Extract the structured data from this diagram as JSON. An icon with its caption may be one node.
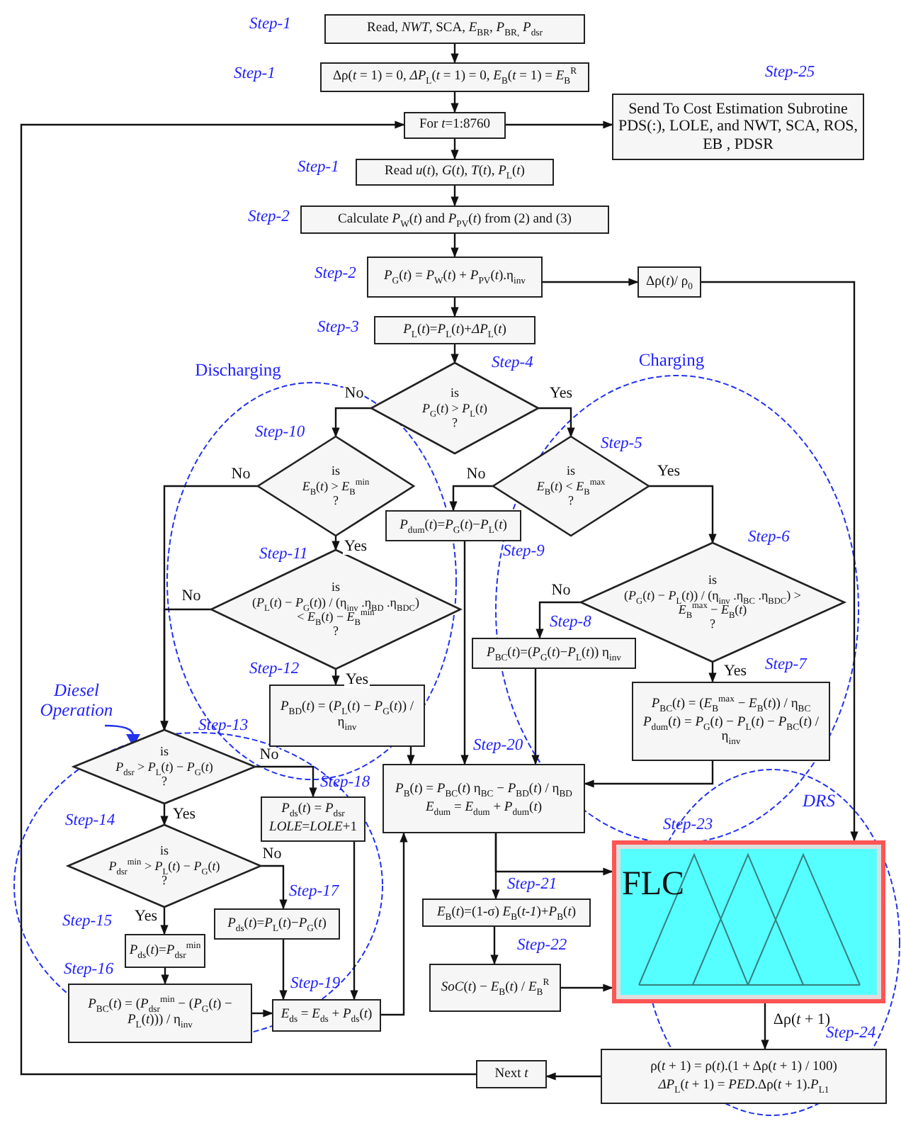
{
  "diagram": {
    "nodes": [
      {
        "text": [
          "Read, *NWT*, SCA, *E*$_{BR}$, *P*$_{BR,}$ *P*$_{dsr}$"
        ],
        "beside": [
          "Step-1"
        ]
      },
      {
        "text": [
          "Δρ(*t* = 1) = 0, *ΔP*$_{L}$(*t* = 1) = 0, *E*$_{B}$(*t* = 1) = *E*$_{B}$$^{R}$"
        ],
        "beside": [
          "Step-1"
        ]
      },
      {
        "text": [
          "For *t*=1:8760"
        ]
      },
      {
        "text": [
          "Send To Cost Estimation Subrotine PDS(:), LOLE, and NWT, SCA, ROS, EB , PDSR"
        ],
        "beside": [
          "Step-25"
        ]
      },
      {
        "text": [
          "Read *u*(*t*), *G*(*t*), *T*(*t*), *P*$_{L}$(*t*)"
        ],
        "beside": [
          "Step-1"
        ]
      },
      {
        "text": [
          "Calculate *P*$_{W}$(*t*) and *P*$_{PV}$(*t*) from (2) and (3)"
        ],
        "beside": [
          "Step-2"
        ]
      },
      {
        "text": [
          "*P*$_{G}$(*t*) = *P*$_{W}$(*t*) + *P*$_{PV}$(*t*).η$_{inv}$"
        ],
        "beside": [
          "Step-2"
        ]
      },
      {
        "text": [
          "Δρ(*t*)/ ρ$_{0}$"
        ]
      },
      {
        "text": [
          "*P*$_{L}$(*t*)=*P*$_{L}$(*t*)+*ΔP*$_{L}$(*t*)"
        ],
        "beside": [
          "Step-3"
        ]
      },
      {
        "text": [
          "is",
          "*P*$_{G}$(*t*) > *P*$_{L}$(*t*)",
          "?"
        ],
        "beside": [
          "Step-4"
        ]
      },
      {
        "text": [
          "is",
          "*E*$_{B}$(*t*) > *E*$_{B}$$^{min}$",
          "?"
        ],
        "beside": [
          "Step-10"
        ]
      },
      {
        "text": [
          "is",
          "*E*$_{B}$(*t*) < *E*$_{B}$$^{max}$",
          "?"
        ],
        "beside": [
          "Step-5"
        ]
      },
      {
        "text": [
          "*P*$_{dum}$(*t*)=*P*$_{G}$(*t*)−*P*$_{L}$(*t*)"
        ],
        "beside": [
          "Step-9"
        ]
      },
      {
        "text": [
          "is",
          "(*P*$_{L}$(*t*) − *P*$_{G}$(*t*)) / (η$_{inv}$ .η$_{BD}$ .η$_{BDC}$) < *E*$_{B}$(*t*) − *E*$_{B}$$^{min}$",
          "?"
        ],
        "beside": [
          "Step-11"
        ]
      },
      {
        "text": [
          "is",
          "(*P*$_{G}$(*t*) − *P*$_{L}$(*t*)) / (η$_{inv}$ .η$_{BC}$ .η$_{BDC}$) > *E*$_{B}$$^{max}$ − *E*$_{B}$(*t*)",
          "?"
        ],
        "beside": [
          "Step-6"
        ]
      },
      {
        "text": [
          "*P*$_{BC}$(*t*)=(*P*$_{G}$(*t*)−*P*$_{L}$(*t*)) η$_{inv}$"
        ],
        "beside": [
          "Step-8"
        ]
      },
      {
        "text": [
          "*P*$_{BD}$(*t*) = (*P*$_{L}$(*t*) − *P*$_{G}$(*t*)) / η$_{inv}$"
        ],
        "beside": [
          "Step-12"
        ]
      },
      {
        "text": [
          "*P*$_{BC}$(*t*) = (*E*$_{B}$$^{max}$ − *E*$_{B}$(*t*)) / η$_{BC}$",
          "*P*$_{dum}$(*t*) = *P*$_{G}$(*t*) − *P*$_{L}$(*t*) − *P*$_{BC}$(*t*) / η$_{inv}$"
        ]
      },
      {
        "text": [
          "is",
          "*P*$_{dsr}$ > *P*$_{L}$(*t*) − *P*$_{G}$(*t*)",
          "?"
        ],
        "beside": [
          "Step-13"
        ]
      },
      {
        "text": [
          "*P*$_{B}$(*t*) = *P*$_{BC}$(*t*) η$_{BC}$ − *P*$_{BD}$(*t*) / η$_{BD}$",
          "*E*$_{dum}$ = *E*$_{dum}$ + *P*$_{dum}$(*t*)"
        ],
        "beside": [
          "Step-20"
        ]
      },
      {
        "text": [
          "*P*$_{ds}$(*t*) = *P*$_{dsr}$",
          "*LOLE*=*LOLE*+1"
        ],
        "beside": [
          "Step-18"
        ]
      },
      {
        "text": [
          "is",
          "*P*$_{dsr}$$^{min}$ > *P*$_{L}$(*t*) − *P*$_{G}$(*t*)",
          "?"
        ],
        "beside": [
          "Step-14"
        ]
      },
      {
        "text": [
          "*P*$_{ds}$(*t*)=*P*$_{L}$(*t*)−*P*$_{G}$(*t*)"
        ],
        "beside": [
          "Step-17"
        ]
      },
      {
        "text": [
          "*P*$_{ds}$(*t*)=*P*$_{dsr}$$^{min}$"
        ],
        "beside": [
          "Step-15"
        ]
      },
      {
        "text": [
          "*P*$_{BC}$(*t*) = (*P*$_{dsr}$$^{min}$ − (*P*$_{G}$(*t*) − *P*$_{L}$(*t*))) / η$_{inv}$"
        ],
        "beside": [
          "Step-16"
        ]
      },
      {
        "text": [
          "*E*$_{ds}$ = *E*$_{ds}$ + *P*$_{ds}$(*t*)"
        ],
        "beside": [
          "Step-19"
        ]
      },
      {
        "text": [
          "*E*$_{B}$(*t*)=(1-σ) *E*$_{B}$(*t-1*)+*P*$_{B}$(*t*)"
        ],
        "beside": [
          "Step-21"
        ]
      },
      {
        "text": [
          "FLC"
        ],
        "beside": [
          "Step-23"
        ]
      },
      {
        "text": [
          "*SoC*(*t*) − *E*$_{B}$(*t*) / *E*$_{B}$$^{R}$"
        ],
        "beside": [
          "Step-22"
        ]
      },
      {
        "text": [
          "ρ(*t* + 1) = ρ(*t*).(1 + Δρ(*t* + 1) / 100)",
          "*ΔP*$_{L}$(*t* + 1) = *PED*.Δρ(*t* + 1).*P*$_{L1}$"
        ],
        "beside": [
          "Step-24"
        ]
      },
      {
        "text": [
          "Next *t*"
        ]
      }
    ],
    "labels": [
      "Charging",
      "Discharging",
      "Step-7",
      "Diesel Operation",
      "DRS"
    ],
    "edges": [
      {
        "from": 0,
        "to": 1,
        "arrow": "to"
      },
      {
        "from": 1,
        "to": 2,
        "arrow": "to"
      },
      {
        "from": 2,
        "to": 3,
        "arrow": "to"
      },
      {
        "from": 2,
        "to": 4,
        "arrow": "to"
      },
      {
        "from": 4,
        "to": 5,
        "arrow": "to"
      },
      {
        "from": 5,
        "to": 6,
        "arrow": "to"
      },
      {
        "from": 6,
        "to": 7,
        "arrow": "to"
      },
      {
        "from": 6,
        "to": 8,
        "arrow": "to"
      },
      {
        "from": 7,
        "to": 27,
        "arrow": "to"
      },
      {
        "from": 8,
        "to": 9,
        "arrow": "to"
      },
      {
        "from": 9,
        "to": 10,
        "arrow": "to",
        "label": "No"
      },
      {
        "from": 9,
        "to": 11,
        "arrow": "to",
        "label": "Yes"
      },
      {
        "from": 11,
        "to": 12,
        "arrow": "to",
        "label": "No"
      },
      {
        "from": 11,
        "to": 14,
        "arrow": "to",
        "label": "Yes"
      },
      {
        "from": 10,
        "to": 13,
        "arrow": "to",
        "label": "Yes"
      },
      {
        "from": 10,
        "to": 18,
        "arrow": "to",
        "label": "No"
      },
      {
        "from": 13,
        "to": 18,
        "arrow": "to",
        "label": "No"
      },
      {
        "from": 13,
        "to": 16,
        "arrow": "to",
        "label": "Yes"
      },
      {
        "from": 14,
        "to": 15,
        "arrow": "to",
        "label": "No"
      },
      {
        "from": 14,
        "to": 17,
        "arrow": "to",
        "label": "Yes"
      },
      {
        "from": 12,
        "to": 19,
        "arrow": "to"
      },
      {
        "from": 15,
        "to": 19,
        "arrow": "to"
      },
      {
        "from": 16,
        "to": 19,
        "arrow": "to"
      },
      {
        "from": 17,
        "to": 19,
        "arrow": "to"
      },
      {
        "from": 18,
        "to": 20,
        "arrow": "to",
        "label": "No"
      },
      {
        "from": 18,
        "to": 21,
        "arrow": "to",
        "label": "Yes"
      },
      {
        "from": 21,
        "to": 22,
        "arrow": "to",
        "label": "No"
      },
      {
        "from": 21,
        "to": 23,
        "arrow": "to",
        "label": "Yes"
      },
      {
        "from": 23,
        "to": 24,
        "arrow": "to"
      },
      {
        "from": 24,
        "to": 25,
        "arrow": "to"
      },
      {
        "from": 22,
        "to": 25,
        "arrow": "to"
      },
      {
        "from": 20,
        "to": 25,
        "arrow": "to"
      },
      {
        "from": 25,
        "to": 19,
        "arrow": "to"
      },
      {
        "from": 19,
        "to": 26,
        "arrow": "to"
      },
      {
        "from": 19,
        "to": 27,
        "arrow": "to"
      },
      {
        "from": 26,
        "to": 28,
        "arrow": "to"
      },
      {
        "from": 28,
        "to": 27,
        "arrow": "to"
      },
      {
        "from": 27,
        "to": 29,
        "arrow": "to",
        "label": "Δρ(*t* + 1)"
      },
      {
        "from": 29,
        "to": 30,
        "arrow": "to"
      },
      {
        "from": 30,
        "to": 2,
        "arrow": "to"
      }
    ]
  }
}
